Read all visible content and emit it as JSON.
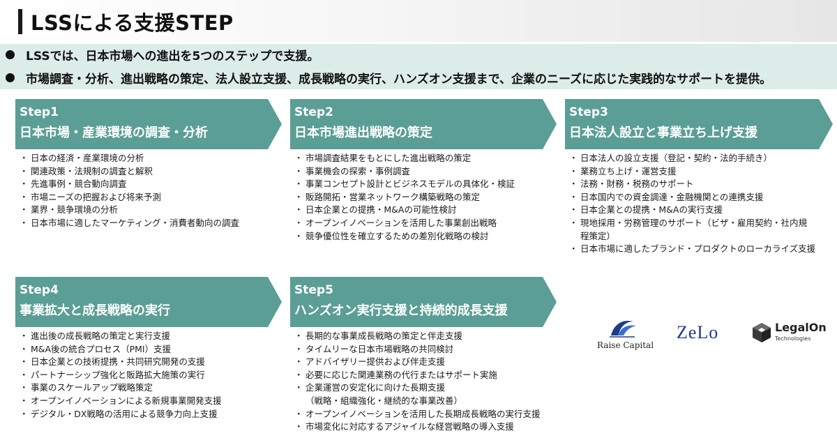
{
  "header": {
    "title": "LSSによる支援STEP"
  },
  "intro": [
    "LSSでは、日本市場への進出を5つのステップで支援。",
    "市場調査・分析、進出戦略の策定、法人設立支援、成長戦略の実行、ハンズオン支援まで、企業のニーズに応じた実践的なサポートを提供。"
  ],
  "colors": {
    "step_header": "#5b9e95",
    "intro_band": "#dcece9"
  },
  "steps": [
    {
      "label": "Step1",
      "title": "日本市場・産業環境の調査・分析",
      "items": [
        "日本の経済・産業環境の分析",
        "関連政策・法規制の調査と解釈",
        "先進事例・競合動向調査",
        "市場ニーズの把握および将来予測",
        "業界・競争環境の分析",
        "日本市場に適したマーケティング・消費者動向の調査"
      ]
    },
    {
      "label": "Step2",
      "title": "日本市場進出戦略の策定",
      "items": [
        "市場調査結果をもとにした進出戦略の策定",
        "事業機会の探索・事例調査",
        "事業コンセプト設計とビジネスモデルの具体化・検証",
        "販路開拓・営業ネットワーク構築戦略の策定",
        "日本企業との提携・M&Aの可能性検討",
        "オープンイノベーションを活用した事業創出戦略",
        "競争優位性を確立するための差別化戦略の検討"
      ]
    },
    {
      "label": "Step3",
      "title": "日本法人設立と事業立ち上げ支援",
      "items": [
        "日本法人の設立支援（登記・契約・法的手続き）",
        "業務立ち上げ・運営支援",
        "法務・財務・税務のサポート",
        "日本国内での資金調達・金融機関との連携支援",
        "日本企業との提携・M&Aの実行支援",
        "現地採用・労務管理のサポート（ビザ・雇用契約・社内規",
        "程策定）",
        "日本市場に適したブランド・プロダクトのローカライズ支援"
      ]
    },
    {
      "label": "Step4",
      "title": "事業拡大と成長戦略の実行",
      "items": [
        "進出後の成長戦略の策定と実行支援",
        "M&A後の統合プロセス（PMI）支援",
        "日本企業との技術提携・共同研究開発の支援",
        "パートナーシップ強化と販路拡大施策の実行",
        "事業のスケールアップ戦略策定",
        "オープンイノベーションによる新規事業開発支援",
        "デジタル・DX戦略の活用による競争力向上支援"
      ]
    },
    {
      "label": "Step5",
      "title": "ハンズオン実行支援と持続的成長支援",
      "items": [
        "長期的な事業成長戦略の策定と伴走支援",
        "タイムリーな日本市場戦略の共同検討",
        "アドバイザリー提供および伴走支援",
        "必要に応じた関連業務の代行またはサポート実施",
        "企業運営の安定化に向けた長期支援",
        "（戦略・組織強化・継続的な事業改善）",
        "オープンイノベーションを活用した長期成長戦略の実行支援",
        "市場変化に対応するアジャイルな経営戦略の導入支援"
      ]
    }
  ],
  "logos": {
    "raise": {
      "name": "Raise Capital",
      "icon": "raise-capital-mark-icon"
    },
    "zelo": {
      "name": "ZeLo"
    },
    "legalon": {
      "name": "LegalOn",
      "sub": "Technologies",
      "icon": "legalon-cube-icon"
    }
  }
}
